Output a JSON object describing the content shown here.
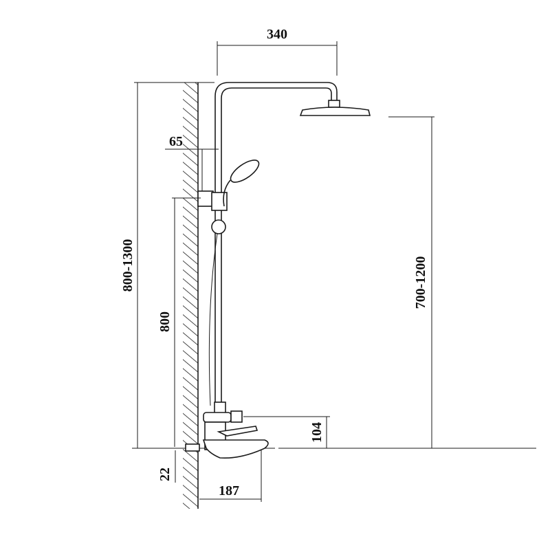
{
  "dimensions": {
    "arm_reach": "340",
    "wall_offset": "65",
    "total_height": "800-1300",
    "rail_height": "800",
    "head_height": "700-1200",
    "diverter_height": "104",
    "inlet_offset": "22",
    "spout_reach": "187"
  }
}
